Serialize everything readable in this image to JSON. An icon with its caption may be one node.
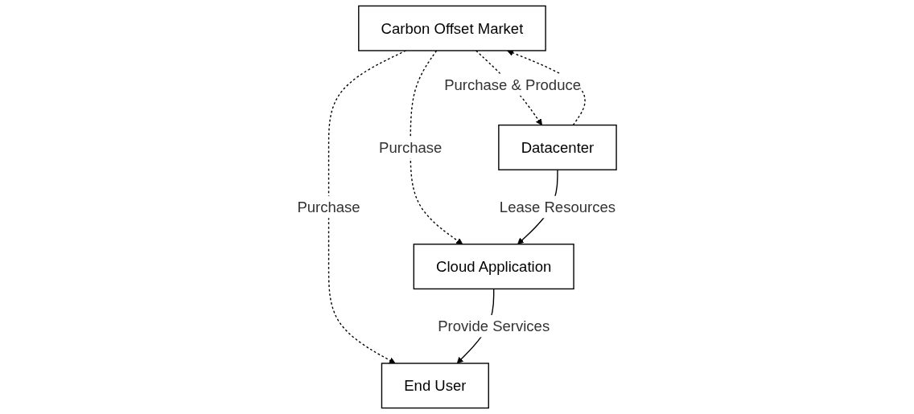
{
  "diagram": {
    "nodes": [
      {
        "text": [
          "Carbon Offset Market"
        ]
      },
      {
        "text": [
          "Datacenter"
        ]
      },
      {
        "text": [
          "Cloud Application"
        ]
      },
      {
        "text": [
          "End User"
        ]
      }
    ],
    "edges": [
      {
        "from": 0,
        "to": 1,
        "arrow": "to",
        "style": "dashed",
        "label": "Purchase & Produce"
      },
      {
        "from": 1,
        "to": 0,
        "arrow": "to",
        "style": "dashed"
      },
      {
        "from": 0,
        "to": 2,
        "arrow": "to",
        "style": "dashed",
        "label": "Purchase"
      },
      {
        "from": 0,
        "to": 3,
        "arrow": "to",
        "style": "dashed",
        "label": "Purchase"
      },
      {
        "from": 1,
        "to": 2,
        "arrow": "to",
        "label": "Lease Resources"
      },
      {
        "from": 2,
        "to": 3,
        "arrow": "to",
        "label": "Provide Services"
      }
    ]
  }
}
